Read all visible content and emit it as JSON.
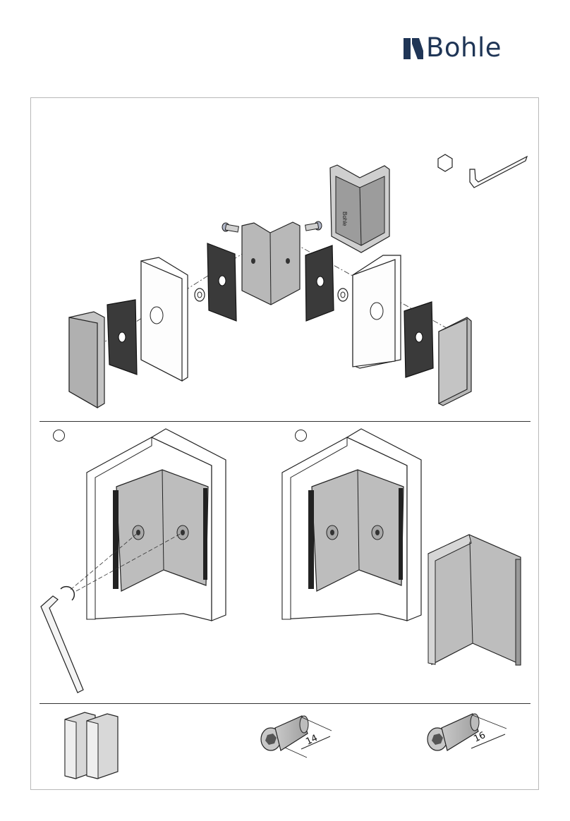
{
  "brand": {
    "name": "Bohle"
  },
  "dimensions": {
    "screw_short": "14",
    "screw_long": "16"
  },
  "icons": [
    "hex-tool-icon",
    "allen-key-icon",
    "step-1-circle",
    "step-2-circle",
    "glass-pane-icon",
    "screw-icon"
  ]
}
